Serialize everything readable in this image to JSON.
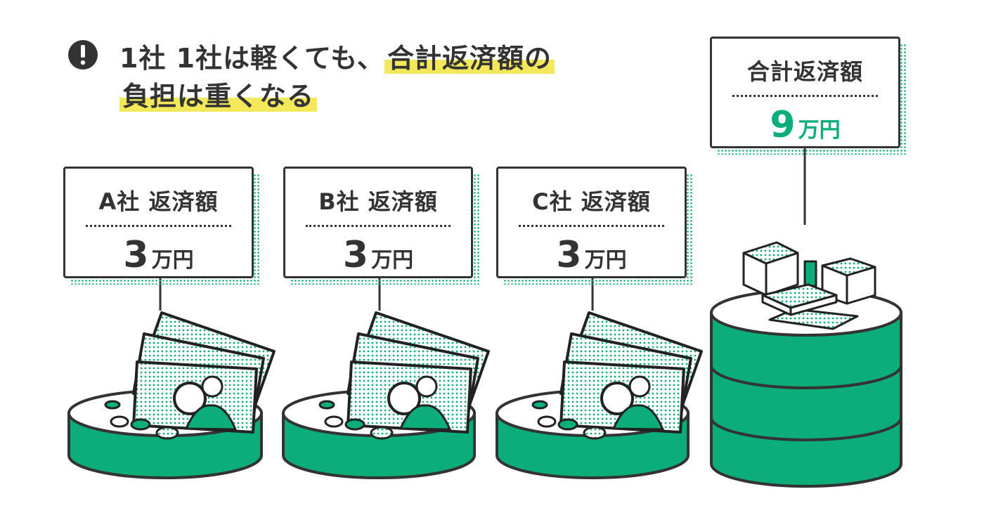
{
  "headline": {
    "line1_plain": "1社 1社は軽くても、",
    "line1_highlight": "合計返済額の",
    "line2_highlight": "負担は重くなる",
    "icon": "exclamation-circle-icon"
  },
  "companies": [
    {
      "label": "A社  返済額",
      "amount": "3",
      "unit": "万円"
    },
    {
      "label": "B社  返済額",
      "amount": "3",
      "unit": "万円"
    },
    {
      "label": "C社  返済額",
      "amount": "3",
      "unit": "万円"
    }
  ],
  "total": {
    "label": "合計返済額",
    "amount": "9",
    "unit": "万円"
  },
  "colors": {
    "accent_green": "#0bae7a",
    "highlight_yellow": "#f3e85a",
    "ink": "#333333"
  }
}
